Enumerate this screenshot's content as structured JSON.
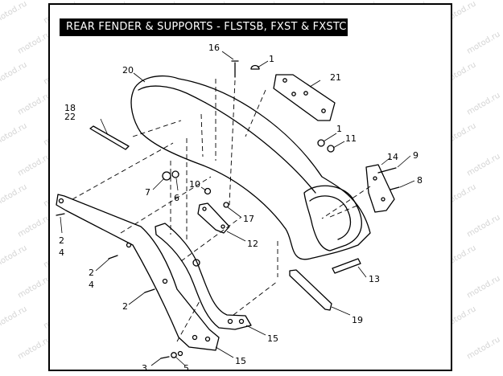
{
  "title": "REAR FENDER & SUPPORTS - FLSTSB, FXST & FXSTC",
  "watermark": "motod.ru",
  "callouts": [
    {
      "id": "c1a",
      "text": "1"
    },
    {
      "id": "c1b",
      "text": "1"
    },
    {
      "id": "c2a",
      "text": "2"
    },
    {
      "id": "c4a",
      "text": "4"
    },
    {
      "id": "c2b",
      "text": "2"
    },
    {
      "id": "c4b",
      "text": "4"
    },
    {
      "id": "c2c",
      "text": "2"
    },
    {
      "id": "c3",
      "text": "3"
    },
    {
      "id": "c5",
      "text": "5"
    },
    {
      "id": "c6",
      "text": "6"
    },
    {
      "id": "c7",
      "text": "7"
    },
    {
      "id": "c8",
      "text": "8"
    },
    {
      "id": "c9",
      "text": "9"
    },
    {
      "id": "c10",
      "text": "10"
    },
    {
      "id": "c11",
      "text": "11"
    },
    {
      "id": "c12",
      "text": "12"
    },
    {
      "id": "c13",
      "text": "13"
    },
    {
      "id": "c14",
      "text": "14"
    },
    {
      "id": "c15a",
      "text": "15"
    },
    {
      "id": "c15b",
      "text": "15"
    },
    {
      "id": "c16",
      "text": "16"
    },
    {
      "id": "c17",
      "text": "17"
    },
    {
      "id": "c18",
      "text": "18"
    },
    {
      "id": "c19",
      "text": "19"
    },
    {
      "id": "c20",
      "text": "20"
    },
    {
      "id": "c21",
      "text": "21"
    },
    {
      "id": "c22",
      "text": "22"
    }
  ]
}
